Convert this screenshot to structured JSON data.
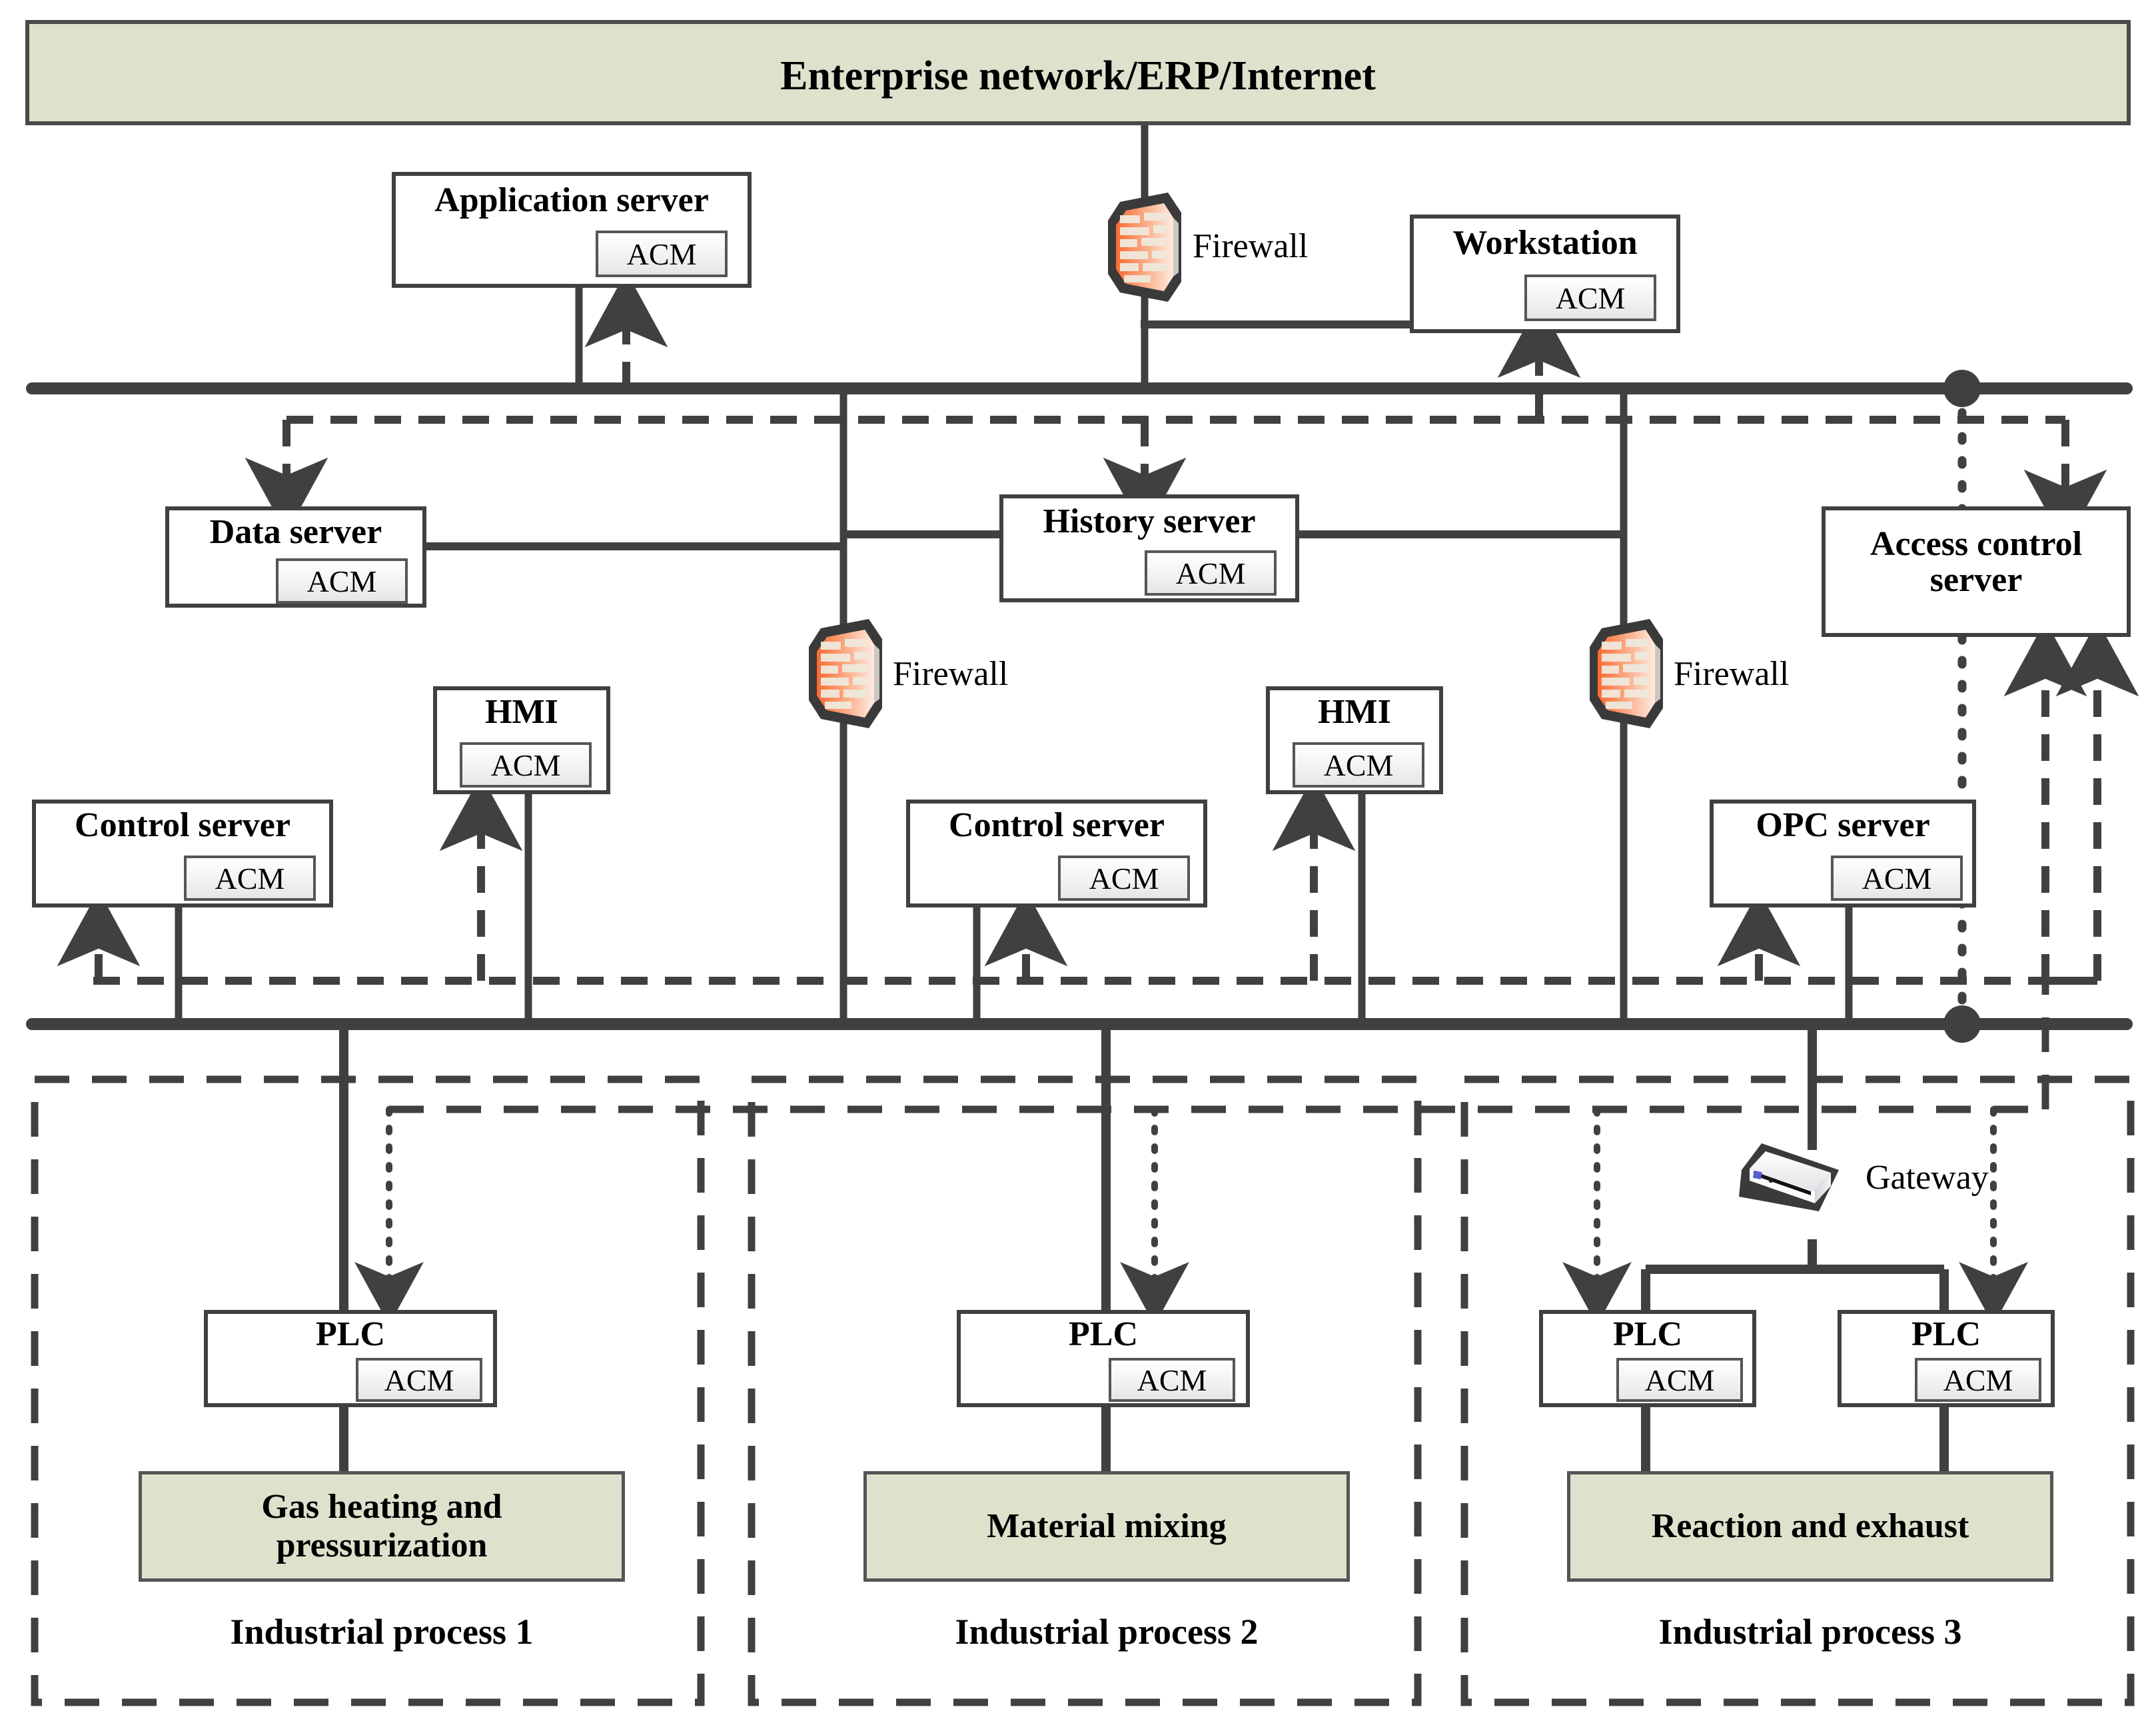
{
  "diagram": {
    "title": "Industrial control system network architecture with access control modules",
    "accent_green": "#dee2cc",
    "line_color": "#404040"
  },
  "enterprise_bar": {
    "label": "Enterprise network/ERP/Internet"
  },
  "acm_label": "ACM",
  "nodes": [
    {
      "id": "application-server",
      "label": "Application server",
      "acm": "ACM"
    },
    {
      "id": "workstation",
      "label": "Workstation",
      "acm": "ACM"
    },
    {
      "id": "data-server",
      "label": "Data server",
      "acm": "ACM"
    },
    {
      "id": "history-server",
      "label": "History server",
      "acm": "ACM"
    },
    {
      "id": "access-control-server",
      "label": "Access control server",
      "acm": null
    },
    {
      "id": "hmi-1",
      "label": "HMI",
      "acm": "ACM"
    },
    {
      "id": "hmi-2",
      "label": "HMI",
      "acm": "ACM"
    },
    {
      "id": "control-server-1",
      "label": "Control server",
      "acm": "ACM"
    },
    {
      "id": "control-server-2",
      "label": "Control server",
      "acm": "ACM"
    },
    {
      "id": "opc-server",
      "label": "OPC server",
      "acm": "ACM"
    },
    {
      "id": "plc-1",
      "label": "PLC",
      "acm": "ACM"
    },
    {
      "id": "plc-2",
      "label": "PLC",
      "acm": "ACM"
    },
    {
      "id": "plc-3",
      "label": "PLC",
      "acm": "ACM"
    },
    {
      "id": "plc-4",
      "label": "PLC",
      "acm": "ACM"
    }
  ],
  "firewalls": [
    {
      "id": "firewall-top",
      "label": "Firewall"
    },
    {
      "id": "firewall-left",
      "label": "Firewall"
    },
    {
      "id": "firewall-right",
      "label": "Firewall"
    }
  ],
  "gateway": {
    "label": "Gateway"
  },
  "processes": [
    {
      "id": "industrial-process-1",
      "label": "Industrial process 1",
      "equipment": "Gas heating and pressurization"
    },
    {
      "id": "industrial-process-2",
      "label": "Industrial process 2",
      "equipment": "Material mixing"
    },
    {
      "id": "industrial-process-3",
      "label": "Industrial process 3",
      "equipment": "Reaction and exhaust"
    }
  ]
}
